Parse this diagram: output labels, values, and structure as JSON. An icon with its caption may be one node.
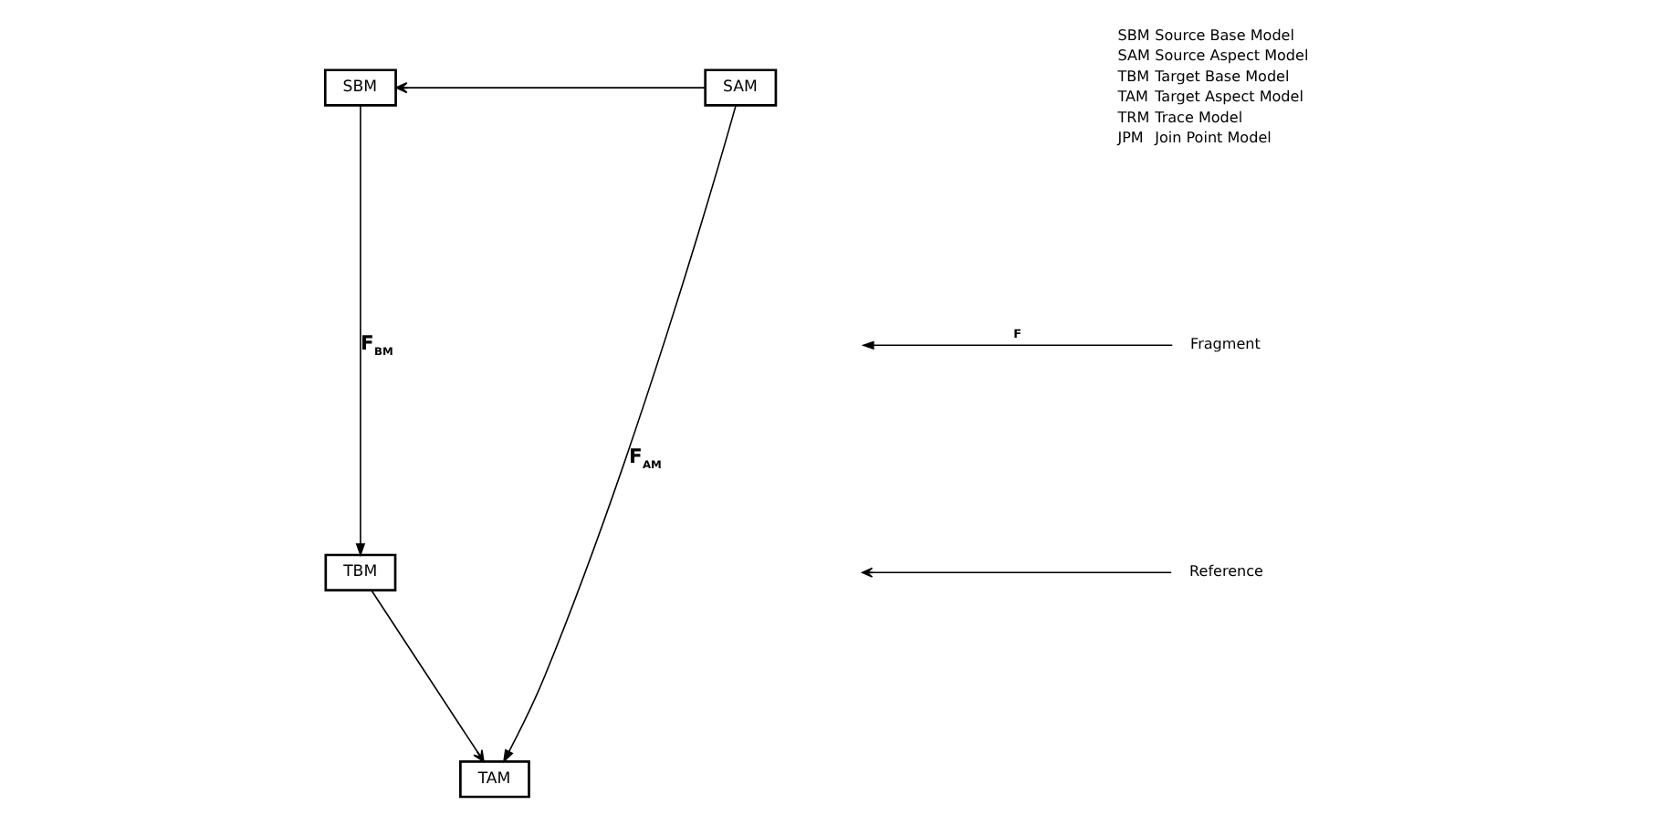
{
  "diagram": {
    "nodes": [
      {
        "text": [
          "SBM"
        ]
      },
      {
        "text": [
          "SAM"
        ]
      },
      {
        "text": [
          "TBM"
        ]
      },
      {
        "text": [
          "TAM"
        ]
      }
    ],
    "edges": [
      {
        "from": 1,
        "to": 0,
        "arrow": "to"
      },
      {
        "from": 0,
        "to": 2,
        "arrow": "to",
        "label": "F$_{BM}$"
      },
      {
        "from": 1,
        "to": 3,
        "arrow": "to",
        "label": "F$_{AM}$"
      },
      {
        "from": 2,
        "to": 3,
        "arrow": "to"
      }
    ],
    "labels": [
      "SBM",
      "Source Base Model",
      "SAM",
      "Source Aspect Model",
      "TBM",
      "Target Base Model",
      "TAM",
      "Target Aspect Model",
      "TRM",
      "Trace Model",
      "JPM",
      "Join Point Model",
      "F"
    ],
    "legend": [
      {
        "text": "Fragment"
      },
      {
        "text": "Reference"
      }
    ]
  }
}
